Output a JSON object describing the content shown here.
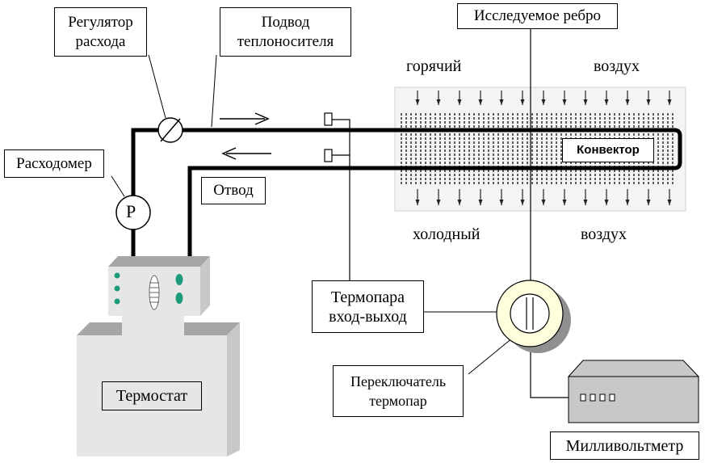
{
  "labels": {
    "flow_regulator": "Регулятор\nрасхода",
    "coolant_supply": "Подвод\nтеплоносителя",
    "test_fin": "Исследуемое ребро",
    "hot_air_1": "горячий",
    "hot_air_2": "воздух",
    "flowmeter": "Расходомер",
    "flowmeter_letter": "Р",
    "convector": "Конвектор",
    "return_line": "Отвод",
    "cold_air_1": "холодный",
    "cold_air_2": "воздух",
    "thermocouple": "Термопара\nвход-выход",
    "thermocouple_switch": "Переключатель\nтермопар",
    "thermostat": "Термостат",
    "millivoltmeter": "Милливольтметр"
  },
  "colors": {
    "line": "#000000",
    "device_light": "#e6e6e6",
    "device_mid": "#c8c8c8",
    "device_dark": "#a6a6a6",
    "indicator": "#1d9a7a",
    "switch_face": "#ffffdd",
    "switch_shadow": "#909090"
  },
  "icons": {
    "flow_arrow_supply": "arrow-right-icon",
    "flow_arrow_return": "arrow-left-icon",
    "regulator_valve": "valve-icon",
    "flowmeter_gauge": "gauge-icon"
  }
}
